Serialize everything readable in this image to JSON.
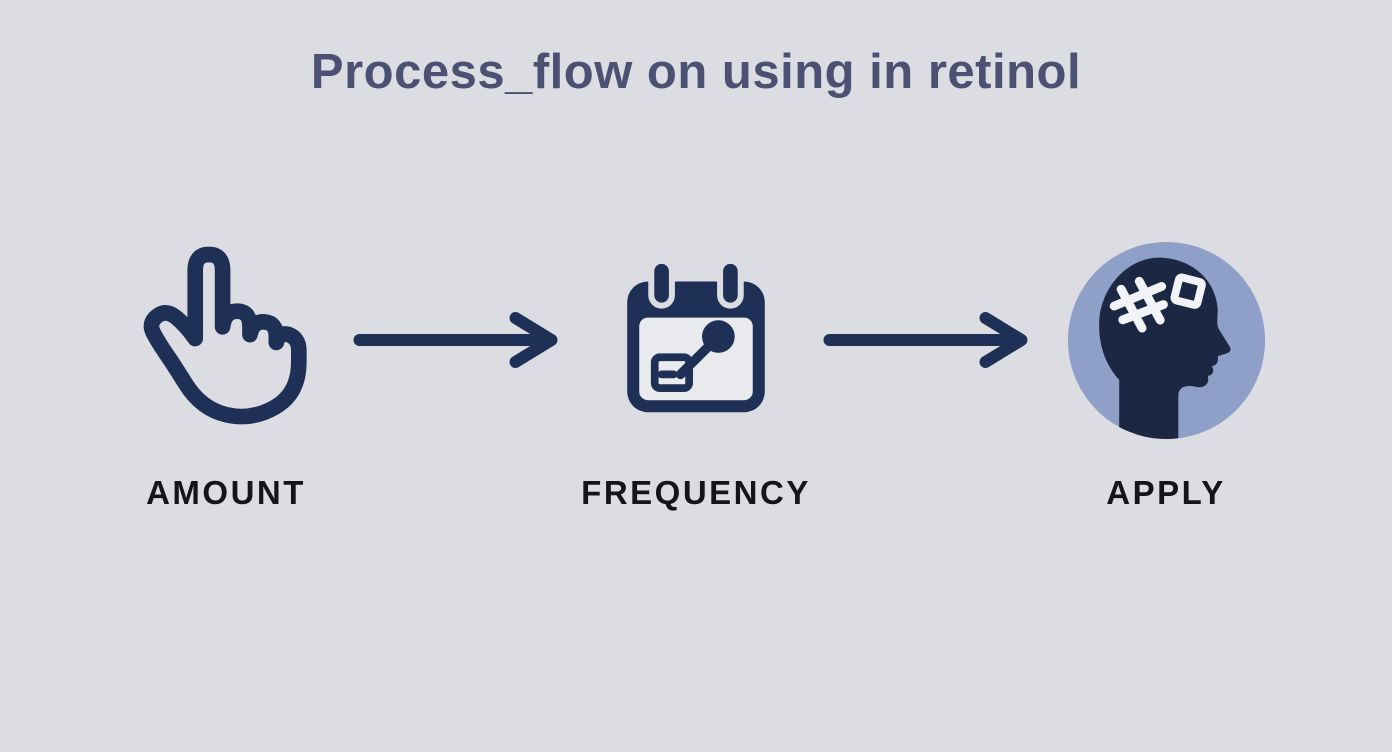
{
  "title": "Process_flow on using in retinol",
  "flow": {
    "steps": [
      {
        "label": "AMOUNT",
        "icon": "hand-pointer-icon"
      },
      {
        "label": "FREQUENCY",
        "icon": "calendar-pin-icon"
      },
      {
        "label": "APPLY",
        "icon": "head-profile-icon"
      }
    ],
    "connector": "arrow-right-icon"
  },
  "colors": {
    "background": "#dcdde2",
    "icon_navy": "#1e3056",
    "head_silhouette": "#1c2743",
    "head_circle": "#8fa0c8",
    "calendar_inner": "#e9eaee",
    "doodle_white": "#f2f3f6",
    "title_text": "#4c5173",
    "label_text": "#141519"
  }
}
